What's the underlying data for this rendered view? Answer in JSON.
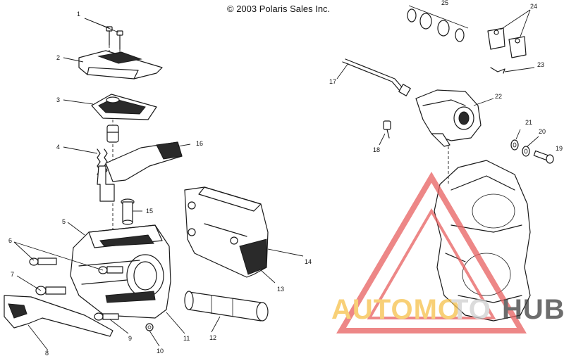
{
  "copyright": "© 2003 Polaris Sales Inc.",
  "callouts": [
    "1",
    "2",
    "3",
    "4",
    "5",
    "6",
    "7",
    "8",
    "9",
    "10",
    "11",
    "12",
    "13",
    "14",
    "15",
    "16",
    "17",
    "18",
    "19",
    "20",
    "21",
    "22",
    "23",
    "24",
    "25"
  ],
  "watermark": {
    "text_left": "AUTOMO",
    "text_mid": "TO",
    "text_right": "HUB",
    "color_left": "#f6c14a",
    "color_mid": "#cfcfcf",
    "color_right": "#3d3d3d",
    "triangle_color": "#e86060"
  }
}
